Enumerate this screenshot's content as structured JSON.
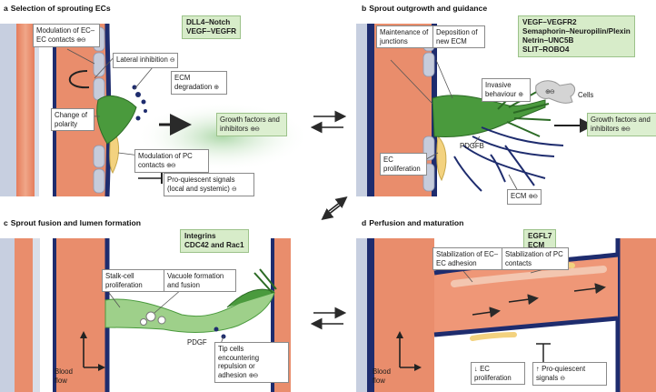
{
  "panels": {
    "a": {
      "letter": "a",
      "title": "Selection of sprouting ECs",
      "pathways": [
        "DLL4–Notch",
        "VEGF–VEGFR"
      ],
      "labels": {
        "modulation_ec": "Modulation of EC–EC contacts",
        "lateral_inhibition": "Lateral inhibition",
        "ecm_degradation": "ECM degradation",
        "change_polarity": "Change of polarity",
        "growth_factors": "Growth factors and inhibitors",
        "modulation_pc": "Modulation of PC contacts",
        "pro_quiescent": "Pro-quiescent signals (local and systemic)"
      }
    },
    "b": {
      "letter": "b",
      "title": "Sprout outgrowth and guidance",
      "pathways": [
        "VEGF–VEGFR2",
        "Semaphorin–Neuropilin/Plexin",
        "Netrin–UNC5B",
        "SLIT–ROBO4"
      ],
      "labels": {
        "maintenance": "Maintenance of junctions",
        "deposition": "Deposition of new ECM",
        "invasive": "Invasive behaviour",
        "cells": "Cells",
        "growth_factors": "Growth factors and inhibitors",
        "pdgfb": "PDGFB",
        "ec_proliferation": "EC proliferation",
        "ecm": "ECM"
      }
    },
    "c": {
      "letter": "c",
      "title": "Sprout fusion and lumen formation",
      "pathways": [
        "Integrins",
        "CDC42 and Rac1"
      ],
      "labels": {
        "stalk_cell": "Stalk-cell proliferation",
        "vacuole": "Vacuole formation and fusion",
        "pdgf": "PDGF",
        "blood_flow": "Blood flow",
        "tip_cells": "Tip cells encountering repulsion or adhesion"
      }
    },
    "d": {
      "letter": "d",
      "title": "Perfusion and maturation",
      "pathways": [
        "EGFL7",
        "ECM"
      ],
      "labels": {
        "stab_ec": "Stabilization of EC–EC adhesion",
        "stab_pc": "Stabilization of PC contacts",
        "blood_flow": "Blood flow",
        "ec_prolif": "↓ EC proliferation",
        "pro_quiescent": "↑ Pro-quiescent signals"
      }
    }
  },
  "symbols": {
    "plus_minus": "⊕⊖",
    "plus": "⊕",
    "minus": "⊖"
  },
  "colors": {
    "vessel_red": "#e68a6a",
    "vessel_border_blue": "#1e2c6e",
    "ec_green": "#4a9a3d",
    "pericyte_yellow": "#f3d27f",
    "label_green": "#d7ecc9"
  }
}
